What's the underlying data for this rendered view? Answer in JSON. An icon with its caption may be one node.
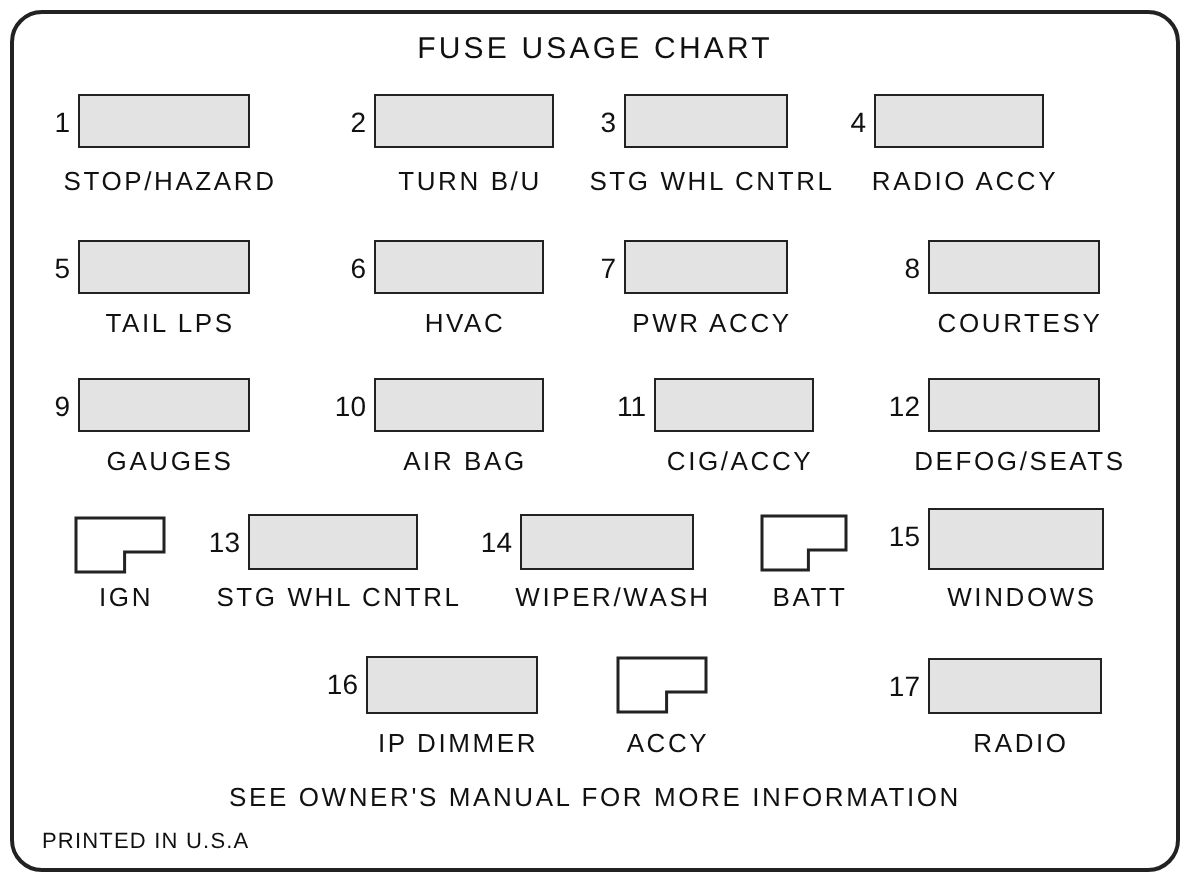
{
  "diagram": {
    "title": "FUSE USAGE CHART",
    "nodes": [
      {
        "text": [],
        "shape": "bar",
        "beside": [
          "1",
          "STOP/HAZARD"
        ]
      },
      {
        "text": [],
        "shape": "bar",
        "beside": [
          "2",
          "TURN B/U"
        ]
      },
      {
        "text": [],
        "shape": "bar",
        "beside": [
          "3",
          "STG WHL CNTRL"
        ]
      },
      {
        "text": [],
        "shape": "bar",
        "beside": [
          "4",
          "RADIO ACCY"
        ]
      },
      {
        "text": [],
        "shape": "bar",
        "beside": [
          "5",
          "TAIL LPS"
        ]
      },
      {
        "text": [],
        "shape": "bar",
        "beside": [
          "6",
          "HVAC"
        ]
      },
      {
        "text": [],
        "shape": "bar",
        "beside": [
          "7",
          "PWR ACCY"
        ]
      },
      {
        "text": [],
        "shape": "bar",
        "beside": [
          "8",
          "COURTESY"
        ]
      },
      {
        "text": [],
        "shape": "bar",
        "beside": [
          "9",
          "GAUGES"
        ]
      },
      {
        "text": [],
        "shape": "bar",
        "beside": [
          "10",
          "AIR BAG"
        ]
      },
      {
        "text": [],
        "shape": "bar",
        "beside": [
          "11",
          "CIG/ACCY"
        ]
      },
      {
        "text": [],
        "shape": "bar",
        "beside": [
          "12",
          "DEFOG/SEATS"
        ]
      },
      {
        "text": [],
        "shape": "box",
        "beside": [
          "IGN"
        ]
      },
      {
        "text": [],
        "shape": "bar",
        "beside": [
          "13",
          "STG WHL CNTRL"
        ]
      },
      {
        "text": [],
        "shape": "bar",
        "beside": [
          "14",
          "WIPER/WASH"
        ]
      },
      {
        "text": [],
        "shape": "box",
        "beside": [
          "BATT"
        ]
      },
      {
        "text": [],
        "shape": "bar",
        "beside": [
          "15",
          "WINDOWS"
        ]
      },
      {
        "text": [],
        "shape": "bar",
        "beside": [
          "16",
          "IP DIMMER"
        ]
      },
      {
        "text": [],
        "shape": "box",
        "beside": [
          "ACCY"
        ]
      },
      {
        "text": [],
        "shape": "bar",
        "beside": [
          "17",
          "RADIO"
        ]
      }
    ],
    "labels": [
      "SEE OWNER'S MANUAL FOR MORE INFORMATION",
      "PRINTED IN U.S.A"
    ]
  }
}
